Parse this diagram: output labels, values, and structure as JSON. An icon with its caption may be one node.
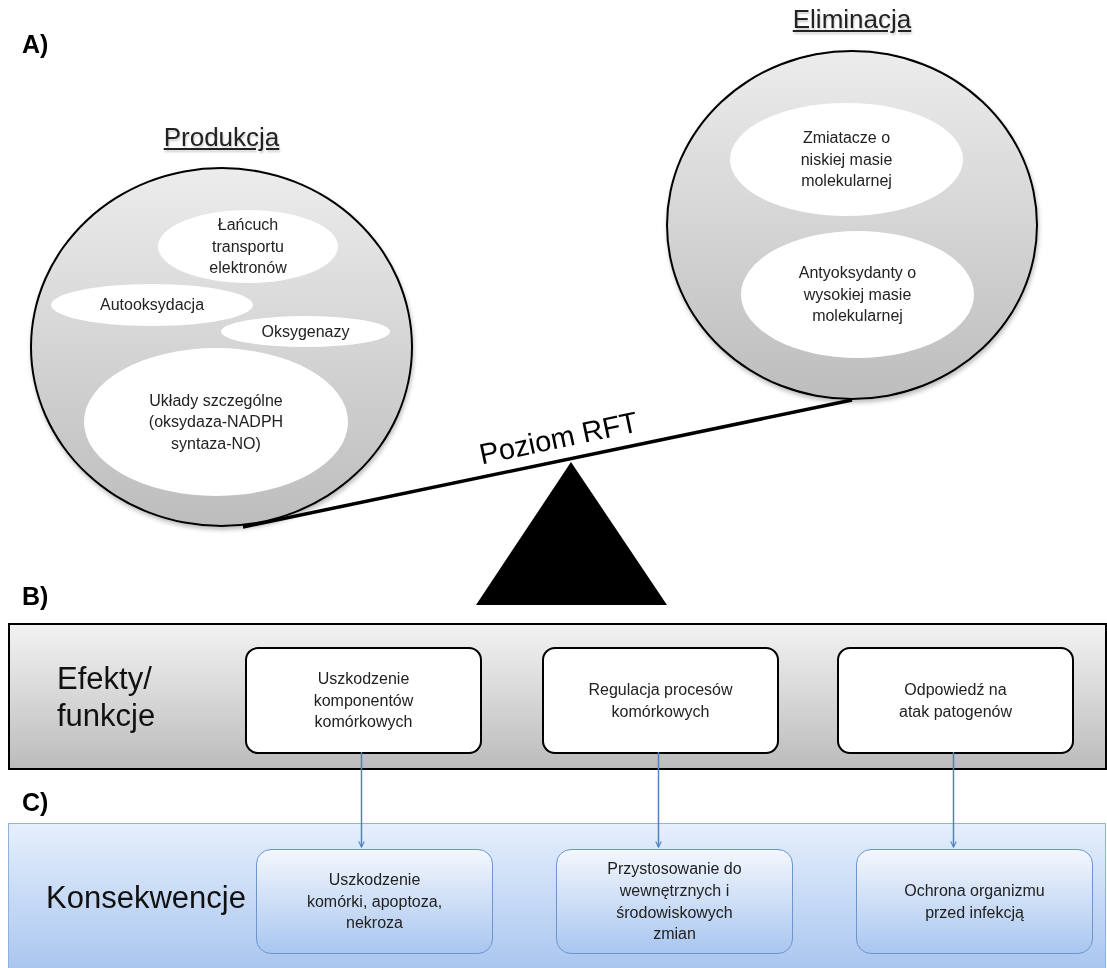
{
  "diagram": {
    "nodes": [
      {
        "text": [
          "Produkcja"
        ]
      },
      {
        "text": [
          "Łańcuch transportu elektronów"
        ],
        "in": 0
      },
      {
        "text": [
          "Autooksydacja"
        ],
        "in": 0
      },
      {
        "text": [
          "Oksygenazy"
        ],
        "in": 0
      },
      {
        "text": [
          "Układy szczególne (oksydaza-NADPH syntaza-NO)"
        ],
        "in": 0
      },
      {
        "text": [
          "Eliminacja"
        ]
      },
      {
        "text": [
          "Zmiatacze o niskiej masie molekularnej"
        ],
        "in": 5
      },
      {
        "text": [
          "Antyoksydanty o wysokiej masie molekularnej"
        ],
        "in": 5
      },
      {
        "text": [
          "Efekty/ funkcje"
        ]
      },
      {
        "text": [
          "Uszkodzenie komponentów komórkowych"
        ],
        "in": 8
      },
      {
        "text": [
          "Regulacja procesów komórkowych"
        ],
        "in": 8
      },
      {
        "text": [
          "Odpowiedź na atak patogenów"
        ],
        "in": 8
      },
      {
        "text": [
          "Konsekwencje"
        ]
      },
      {
        "text": [
          "Uszkodzenie komórki, apoptoza, nekroza"
        ],
        "in": 12
      },
      {
        "text": [
          "Przystosowanie do wewnętrznych i środowiskowych zmian"
        ],
        "in": 12
      },
      {
        "text": [
          "Ochrona organizmu przed infekcją"
        ],
        "in": 12
      }
    ],
    "edges": [
      {
        "from": 9,
        "to": 13,
        "arrow": "to",
        "color": "#4f81bd"
      },
      {
        "from": 10,
        "to": 14,
        "arrow": "to",
        "color": "#4f81bd"
      },
      {
        "from": 11,
        "to": 15,
        "arrow": "to",
        "color": "#4f81bd"
      }
    ],
    "labels": [
      "A)",
      "Poziom RFT",
      "B)",
      "C)"
    ]
  }
}
